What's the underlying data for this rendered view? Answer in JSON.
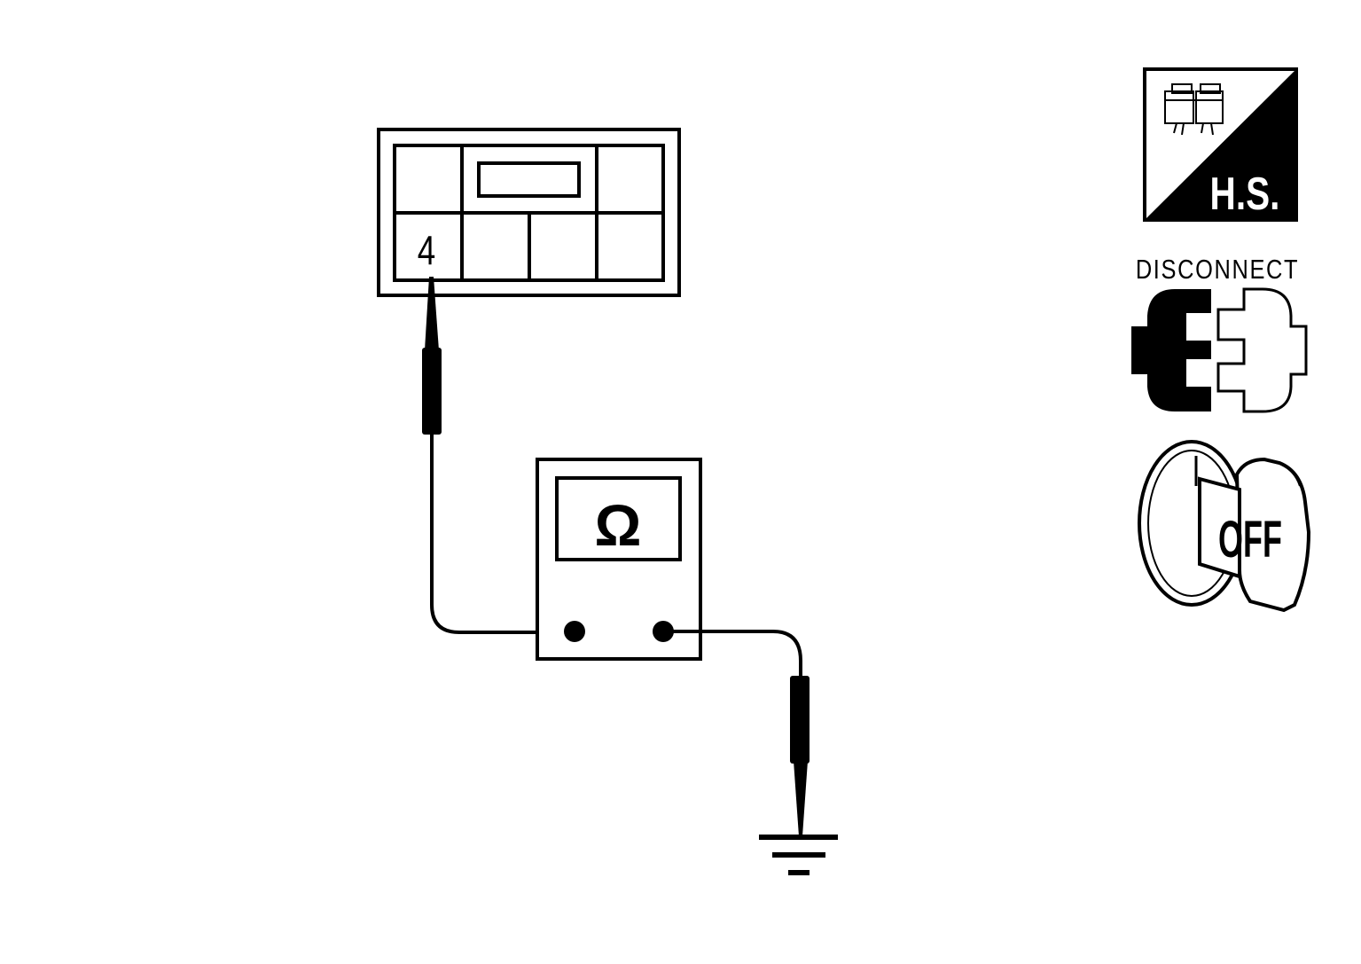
{
  "diagram": {
    "connector": {
      "terminal_label": "4"
    },
    "meter": {
      "symbol": "Ω"
    },
    "icons": {
      "harness_side": {
        "label": "H.S.",
        "icon": "harness-side-icon"
      },
      "disconnect": {
        "label": "DISCONNECT",
        "icon": "disconnect-connector-icon"
      },
      "ignition": {
        "label": "OFF",
        "icon": "ignition-key-off-icon"
      }
    },
    "ground": {
      "icon": "ground-symbol-icon"
    }
  }
}
